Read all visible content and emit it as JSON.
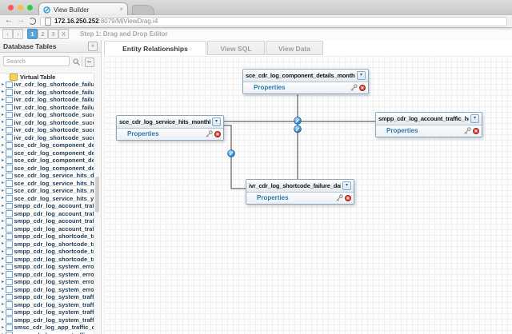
{
  "browser": {
    "tab_title": "View Builder",
    "close_tab_label": "×",
    "url": {
      "host": "172.16.250.252",
      "rest": ":8079/MiViewDrag.i4"
    }
  },
  "stepbar": {
    "back_label": "‹",
    "forward_label": "›",
    "steps": [
      {
        "label": "1",
        "active": true
      },
      {
        "label": "2",
        "active": false
      },
      {
        "label": "3",
        "active": false
      },
      {
        "label": "X",
        "active": false
      }
    ],
    "title": "Step 1: Drag and Drop Editor"
  },
  "sidebar": {
    "title": "Database Tables",
    "collapse_label": "«",
    "search": {
      "placeholder": "Search"
    },
    "virtual_table": {
      "label": "Virtual Table"
    },
    "tables": [
      "ivr_cdr_log_shortcode_failure_",
      "ivr_cdr_log_shortcode_failure_",
      "ivr_cdr_log_shortcode_failure_",
      "ivr_cdr_log_shortcode_failure_",
      "ivr_cdr_log_shortcode_success",
      "ivr_cdr_log_shortcode_success",
      "ivr_cdr_log_shortcode_success",
      "ivr_cdr_log_shortcode_success",
      "sce_cdr_log_component_detai",
      "sce_cdr_log_component_detai",
      "sce_cdr_log_component_detai",
      "sce_cdr_log_component_detai",
      "sce_cdr_log_service_hits_daily",
      "sce_cdr_log_service_hits_hour",
      "sce_cdr_log_service_hits_mon",
      "sce_cdr_log_service_hits_yearl",
      "smpp_cdr_log_account_traffic_",
      "smpp_cdr_log_account_traffic_",
      "smpp_cdr_log_account_traffic_",
      "smpp_cdr_log_account_traffic_",
      "smpp_cdr_log_shortcode_traf",
      "smpp_cdr_log_shortcode_traf",
      "smpp_cdr_log_shortcode_traf",
      "smpp_cdr_log_shortcode_traf",
      "smpp_cdr_log_system_errorco",
      "smpp_cdr_log_system_errorco",
      "smpp_cdr_log_system_errorco",
      "smpp_cdr_log_system_errorco",
      "smpp_cdr_log_system_traffic_",
      "smpp_cdr_log_system_traffic_",
      "smpp_cdr_log_system_traffic_",
      "smpp_cdr_log_system_traffic_",
      "smsc_cdr_log_app_traffic_dail",
      "smsc_cdr_log_app_traffic_"
    ]
  },
  "main": {
    "tabs": [
      {
        "label": "Entity Relationships",
        "active": true
      },
      {
        "label": "View SQL",
        "active": false
      },
      {
        "label": "View Data",
        "active": false
      }
    ],
    "entities": {
      "top": {
        "title": "sce_cdr_log_component_details_monthly",
        "properties_label": "Properties"
      },
      "left": {
        "title": "sce_cdr_log_service_hits_monthly",
        "properties_label": "Properties"
      },
      "right": {
        "title": "smpp_cdr_log_account_traffic_hourly",
        "properties_label": "Properties"
      },
      "bottom": {
        "title": "ivr_cdr_log_shortcode_failure_daily",
        "properties_label": "Properties"
      }
    }
  },
  "colors": {
    "accent": "#3b97d3",
    "properties_link": "#2e77ae",
    "remove_red": "#d9342b",
    "badge_blue": "#4193d6",
    "entity_border": "#8ba6bc",
    "traffic_red": "#fc5753",
    "traffic_yellow": "#fdbc40",
    "traffic_green": "#33c748"
  }
}
